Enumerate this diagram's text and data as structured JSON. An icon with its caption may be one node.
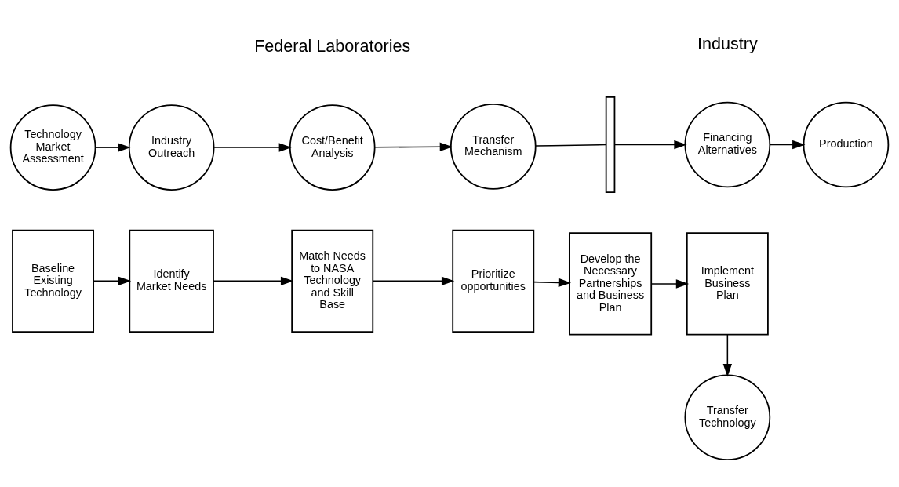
{
  "diagram": {
    "nodes": [
      {
        "text": [
          "Technology Market Assessment"
        ]
      },
      {
        "text": [
          "Industry Outreach"
        ]
      },
      {
        "text": [
          "Cost/Benefit Analysis"
        ]
      },
      {
        "text": [
          "Transfer Mechanism"
        ]
      },
      {
        "text": [],
        "shape": "bar"
      },
      {
        "text": [
          "Financing Alternatives"
        ]
      },
      {
        "text": [
          "Production"
        ]
      },
      {
        "text": [
          "Baseline Existing Technology"
        ]
      },
      {
        "text": [
          "Identify Market Needs"
        ]
      },
      {
        "text": [
          "Match Needs to NASA Technology and Skill Base"
        ]
      },
      {
        "text": [
          "Prioritize opportunities"
        ]
      },
      {
        "text": [
          "Develop the Necessary Partnerships and Business Plan"
        ]
      },
      {
        "text": [
          "Implement Business Plan"
        ]
      },
      {
        "text": [
          "Transfer Technology"
        ]
      }
    ],
    "edges": [
      {
        "from": 0,
        "to": 1,
        "arrow": "to"
      },
      {
        "from": 1,
        "to": 2,
        "arrow": "to"
      },
      {
        "from": 2,
        "to": 3,
        "arrow": "to"
      },
      {
        "from": 3,
        "to": 4,
        "arrow": "none"
      },
      {
        "from": 4,
        "to": 5,
        "arrow": "to"
      },
      {
        "from": 5,
        "to": 6,
        "arrow": "to"
      },
      {
        "from": 7,
        "to": 8,
        "arrow": "to"
      },
      {
        "from": 8,
        "to": 9,
        "arrow": "to"
      },
      {
        "from": 9,
        "to": 10,
        "arrow": "to"
      },
      {
        "from": 10,
        "to": 11,
        "arrow": "to"
      },
      {
        "from": 11,
        "to": 12,
        "arrow": "to"
      },
      {
        "from": 12,
        "to": 13,
        "arrow": "to"
      }
    ],
    "labels": [
      "Federal Laboratories",
      "Industry"
    ]
  }
}
